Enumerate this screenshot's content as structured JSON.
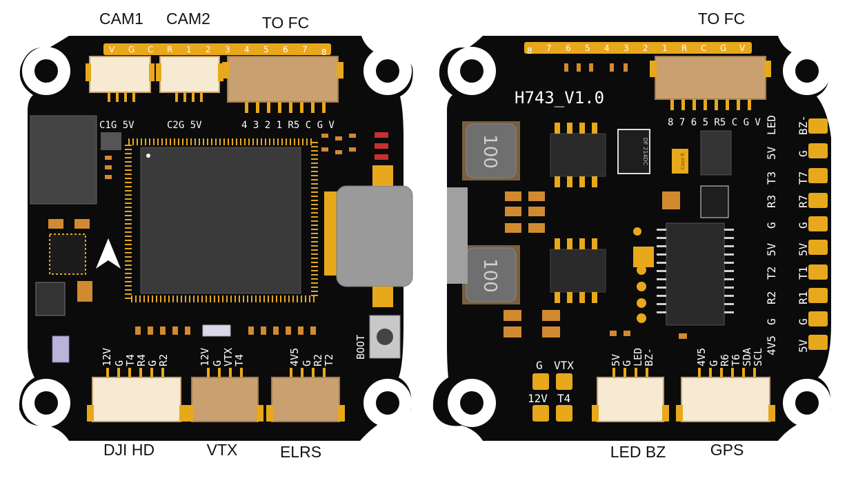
{
  "front": {
    "callouts": {
      "cam1": "CAM1",
      "cam2": "CAM2",
      "to_fc": "TO FC",
      "dji_hd": "DJI HD",
      "vtx": "VTX",
      "elrs": "ELRS"
    },
    "top_pins": [
      "V",
      "G",
      "C",
      "R",
      "1",
      "2",
      "3",
      "4",
      "5",
      "6",
      "7",
      "8"
    ],
    "cam1_silk": "C1G 5V",
    "cam2_silk": "C2G 5V",
    "tofc_silk": "4 3 2 1 R5 C G V",
    "dji_pins": [
      "12V",
      "G",
      "T4",
      "R4",
      "G",
      "R2"
    ],
    "vtx_pins": [
      "12V",
      "G",
      "VTX",
      "T4"
    ],
    "elrs_pins": [
      "4V5",
      "G",
      "R2",
      "T2"
    ],
    "boot_label": "BOOT"
  },
  "back": {
    "callouts": {
      "to_fc": "TO FC",
      "led_bz": "LED BZ",
      "gps": "GPS"
    },
    "board_name": "H743_V1.0",
    "top_pins": [
      "8",
      "7",
      "6",
      "5",
      "4",
      "3",
      "2",
      "1",
      "R",
      "C",
      "G",
      "V"
    ],
    "tofc_silk": "8 7 6 5 R5 C G V",
    "inductor_label": "100",
    "small_chip_text": "DF 214DC",
    "diode_text": "Case R",
    "pad_left_labels": [
      "LED",
      "5V",
      "T3",
      "R3",
      "G",
      "5V",
      "T2",
      "R2",
      "G",
      "4V5"
    ],
    "pad_right_labels": [
      "BZ-",
      "G",
      "T7",
      "R7",
      "G",
      "5V",
      "T1",
      "R1",
      "G",
      "5V"
    ],
    "vtx_pads_top": [
      "G",
      "VTX"
    ],
    "vtx_pads_bottom": [
      "12V",
      "T4"
    ],
    "led_pins": [
      "5V",
      "G",
      "LED",
      "BZ-"
    ],
    "gps_pins": [
      "4V5",
      "G",
      "R6",
      "T6",
      "SDA",
      "SCL"
    ]
  },
  "colors": {
    "board": "#0b0b0b",
    "gold": "#e8a81c",
    "silk": "#ffffff",
    "connector": "#f6ead2",
    "connector_tan": "#c9a070",
    "chip": "#2a2a2a",
    "usb": "#9a9a9a"
  }
}
